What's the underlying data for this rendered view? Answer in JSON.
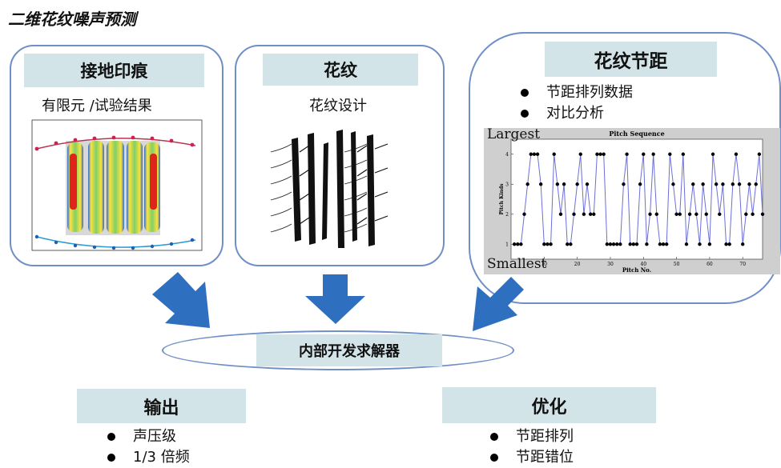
{
  "title": "二维花纹噪声预测",
  "panels": {
    "footprint": {
      "label": "接地印痕",
      "subtitle": "有限元 /试验结果"
    },
    "pattern": {
      "label": "花纹",
      "subtitle": "花纹设计"
    },
    "pitch": {
      "label": "花纹节距",
      "bullets": [
        "节距排列数据",
        "对比分析"
      ],
      "largest_label": "Largest",
      "smallest_label": "Smallest"
    }
  },
  "solver": {
    "label": "内部开发求解器"
  },
  "output": {
    "label": "输出",
    "bullets": [
      "声压级",
      "1/3 倍频"
    ]
  },
  "optimize": {
    "label": "优化",
    "bullets": [
      "节距排列",
      "节距错位"
    ]
  },
  "colors": {
    "accent_border": "#6f8fc6",
    "label_bg": "#d3e4e8",
    "arrow": "#2f6fc0"
  },
  "chart_data": {
    "type": "line",
    "title": "Pitch Sequence",
    "xlabel": "Pitch No.",
    "ylabel": "Pitch Kinds",
    "xlim": [
      0,
      76
    ],
    "ylim": [
      0.5,
      4.5
    ],
    "x_ticks": [
      10,
      20,
      30,
      40,
      50,
      60,
      70
    ],
    "y_ticks": [
      1,
      2,
      3,
      4
    ],
    "series": [
      {
        "values": [
          1,
          1,
          1,
          2,
          3,
          4,
          4,
          4,
          3,
          1,
          1,
          1,
          4,
          3,
          2,
          3,
          1,
          1,
          2,
          3,
          4,
          2,
          3,
          2,
          2,
          4,
          4,
          4,
          1,
          1,
          1,
          1,
          1,
          3,
          4,
          1,
          1,
          1,
          3,
          4,
          1,
          2,
          4,
          2,
          1,
          1,
          1,
          4,
          3,
          2,
          2,
          4,
          1,
          2,
          3,
          2,
          1,
          3,
          2,
          1,
          4,
          3,
          2,
          3,
          1,
          1,
          3,
          4,
          3,
          1,
          2,
          3,
          2,
          3,
          4,
          2
        ]
      }
    ]
  }
}
